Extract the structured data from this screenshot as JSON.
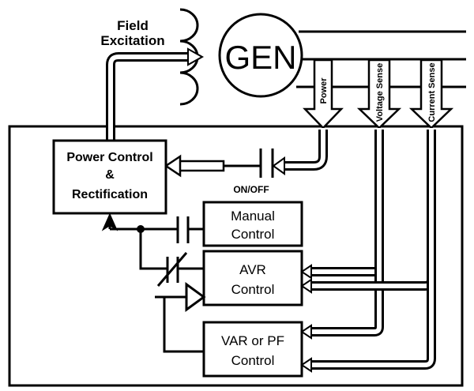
{
  "generator": {
    "label": "GEN"
  },
  "field_excitation": {
    "line1": "Field",
    "line2": "Excitation"
  },
  "signals": {
    "power": "Power",
    "voltage_sense": "Voltage Sense",
    "current_sense": "Current Sense"
  },
  "blocks": {
    "power_control": {
      "line1": "Power Control",
      "line2": "&",
      "line3": "Rectification"
    },
    "manual_control": {
      "line1": "Manual",
      "line2": "Control"
    },
    "avr_control": {
      "line1": "AVR",
      "line2": "Control"
    },
    "var_pf_control": {
      "line1": "VAR or PF",
      "line2": "Control"
    }
  },
  "switch": {
    "label": "ON/OFF"
  },
  "colors": {
    "line": "#000000",
    "background": "#ffffff"
  }
}
